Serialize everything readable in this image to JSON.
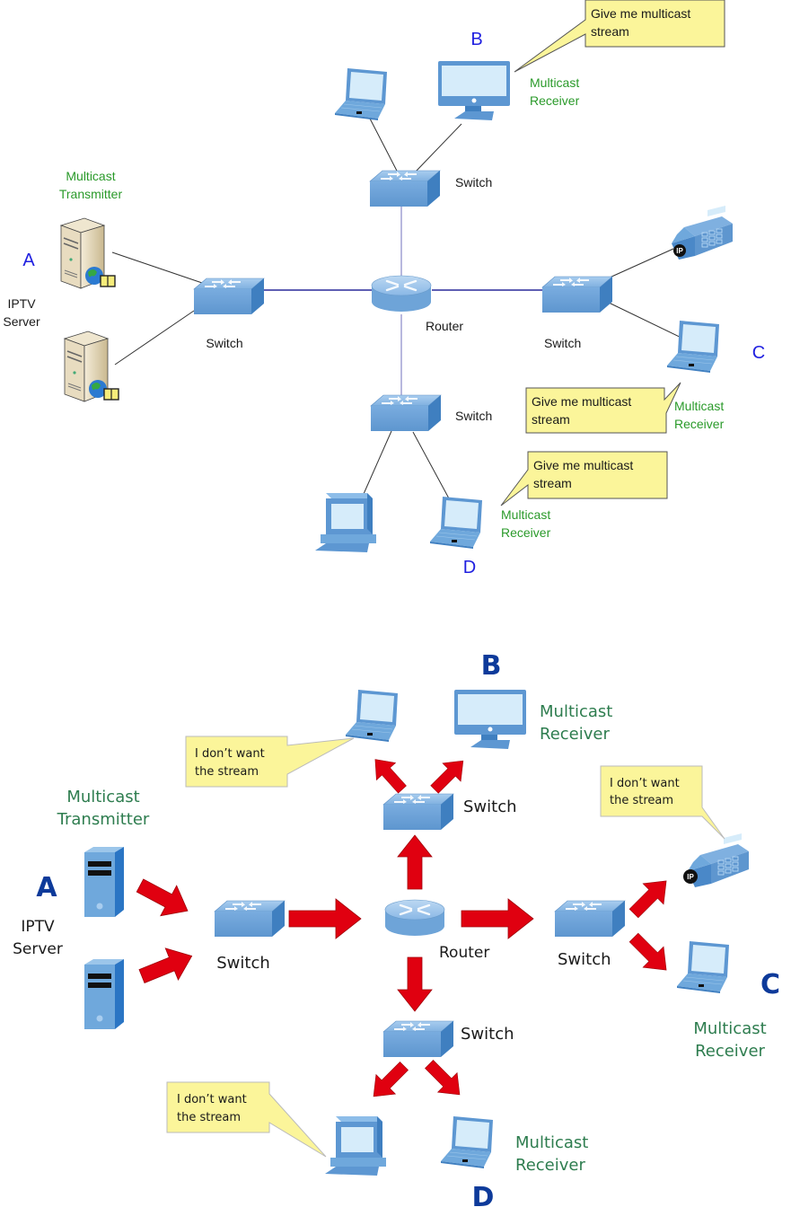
{
  "colors": {
    "letter_top": "#2020e0",
    "letter_bottom": "#0d3a9a",
    "role_top": "#2a9a2a",
    "role_bottom": "#2e7d4f",
    "callout_fill": "#fbf59a",
    "arrow": "#e00010",
    "device_blue": "#6fa8dc",
    "link_blue": "#2a2a9a"
  },
  "diagram_top": {
    "title": "IGMP join - all receivers request multicast stream",
    "node_letters": {
      "a": "A",
      "b": "B",
      "c": "C",
      "d": "D"
    },
    "labels": {
      "transmitter_line1": "Multicast",
      "transmitter_line2": "Transmitter",
      "server_line1": "IPTV",
      "server_line2": "Server",
      "switch_left": "Switch",
      "switch_top": "Switch",
      "switch_right": "Switch",
      "switch_bottom": "Switch",
      "router": "Router",
      "receiver_b_line1": "Multicast",
      "receiver_b_line2": "Receiver",
      "receiver_c_line1": "Multicast",
      "receiver_c_line2": "Receiver",
      "receiver_d_line1": "Multicast",
      "receiver_d_line2": "Receiver",
      "ip_badge": "IP"
    },
    "callouts": {
      "b_line1": "Give me multicast",
      "b_line2": "stream",
      "c_line1": "Give me multicast",
      "c_line2": "stream",
      "d_line1": "Give me multicast",
      "d_line2": "stream"
    }
  },
  "diagram_bottom": {
    "title": "Multicast forwarding - stream reaches every host",
    "node_letters": {
      "a": "A",
      "b": "B",
      "c": "C",
      "d": "D"
    },
    "labels": {
      "transmitter_line1": "Multicast",
      "transmitter_line2": "Transmitter",
      "server_line1": "IPTV",
      "server_line2": "Server",
      "switch_left": "Switch",
      "switch_top": "Switch",
      "switch_right": "Switch",
      "switch_bottom": "Switch",
      "router": "Router",
      "receiver_b_line1": "Multicast",
      "receiver_b_line2": "Receiver",
      "receiver_c_line1": "Multicast",
      "receiver_c_line2": "Receiver",
      "receiver_d_line1": "Multicast",
      "receiver_d_line2": "Receiver",
      "ip_badge": "IP"
    },
    "callouts": {
      "laptop_line1": "I don’t want",
      "laptop_line2": "the stream",
      "phone_line1": "I don’t want",
      "phone_line2": "the stream",
      "desktop_line1": "I don’t want",
      "desktop_line2": "the stream"
    }
  }
}
